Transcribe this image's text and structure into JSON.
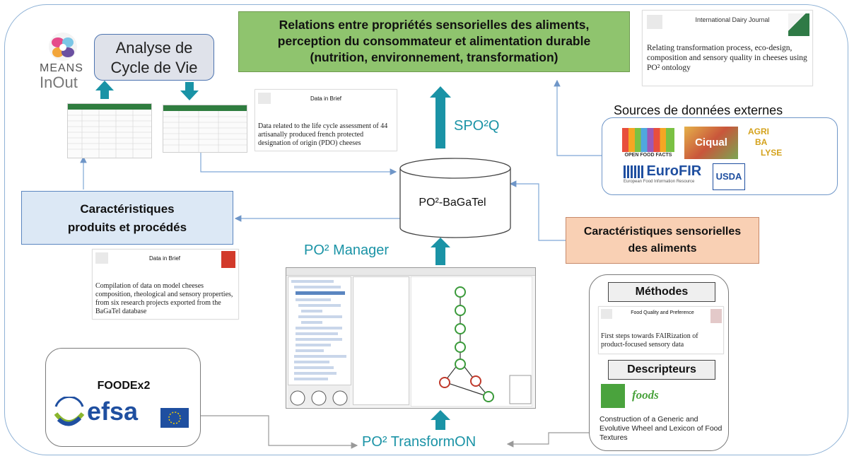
{
  "colors": {
    "arrow_teal": "#1a93a6",
    "connector_blue": "#7fa8d6",
    "green_box": "#8fc46e",
    "blue_box": "#dce8f5",
    "orange_box": "#f9d0b4"
  },
  "means": {
    "name": "MEANS",
    "sub": "InOut"
  },
  "acv": {
    "line1": "Analyse de",
    "line2": "Cycle de Vie"
  },
  "top_box": {
    "line1": "Relations entre propriétés sensorielles des aliments,",
    "line2": "perception du consommateur et alimentation durable",
    "line3": "(nutrition, environnement, transformation)"
  },
  "idj": {
    "journal": "International Dairy Journal",
    "title": "Relating transformation process, eco-design, composition and sensory quality in cheeses using PO² ontology"
  },
  "dib1": {
    "journal": "Data in Brief",
    "title": "Data related to the life cycle assessment of 44 artisanally produced french protected designation of origin (PDO) cheeses"
  },
  "dib2": {
    "journal": "Data in Brief",
    "title": "Compilation of data on model cheeses composition, rheological and sensory properties, from six research projects exported from the BaGaTel database"
  },
  "spo2q": "SPO²Q",
  "database": "PO²-BaGaTel",
  "po2_manager": "PO² Manager",
  "po2_transformon": "PO² TransformON",
  "caract_produits": {
    "line1": "Caractéristiques",
    "line2": "produits et procédés"
  },
  "caract_sensorielles": {
    "line1": "Caractéristiques sensorielles",
    "line2": "des aliments"
  },
  "external": {
    "title": "Sources de données externes",
    "off": "OPEN FOOD FACTS",
    "ciqual": "Ciqual",
    "agribalyse": [
      "AGRI",
      "BA",
      "LYSE"
    ],
    "eurofir": "EuroFIR",
    "eurofir_sub": "European Food Information Resource",
    "usda": "USDA"
  },
  "methodes": {
    "title": "Méthodes",
    "journal": "Food Quality and Preference",
    "paper": "First steps towards FAIRization of product-focused sensory data"
  },
  "descripteurs": {
    "title": "Descripteurs",
    "journal": "foods",
    "paper": "Construction of a Generic and Evolutive Wheel and Lexicon of Food Textures"
  },
  "foodex": {
    "title": "FOODEx2",
    "efsa": "efsa"
  }
}
